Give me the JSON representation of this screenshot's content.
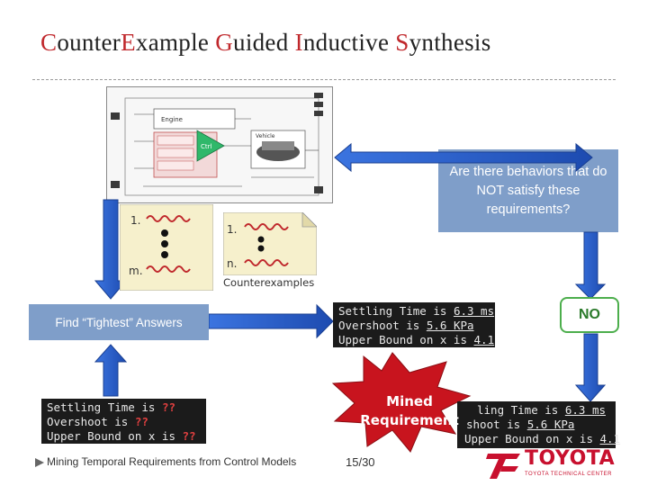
{
  "title": {
    "parts": [
      {
        "text": "C",
        "accent": true
      },
      {
        "text": "ounter",
        "accent": false
      },
      {
        "text": "E",
        "accent": true
      },
      {
        "text": "xample ",
        "accent": false
      },
      {
        "text": "G",
        "accent": true
      },
      {
        "text": "uided ",
        "accent": false
      },
      {
        "text": "I",
        "accent": true
      },
      {
        "text": "nductive ",
        "accent": false
      },
      {
        "text": "S",
        "accent": true
      },
      {
        "text": "ynthesis",
        "accent": false
      }
    ]
  },
  "model_diagram": {
    "labels": [
      "Engine",
      "Ctrl",
      "Vehicle"
    ]
  },
  "question": "Are there behaviors that do NOT satisfy these requirements?",
  "requirements_card": {
    "first": "1.",
    "last": "m."
  },
  "counterexamples_card": {
    "first": "1.",
    "last": "n.",
    "caption": "Counterexamples"
  },
  "find_box": "Find “Tightest” Answers",
  "results": {
    "line1_prefix": "Settling Time is ",
    "line1_value": "6.3 ms",
    "line2_prefix": "Overshoot is ",
    "line2_value": "5.6 KPa",
    "line3_prefix": "Upper Bound on x is ",
    "line3_value": "4.1"
  },
  "unknowns": {
    "line1_prefix": "Settling Time is ",
    "line1_value": "??",
    "line2_prefix": "Overshoot is ",
    "line2_value": "??",
    "line3_prefix": "Upper Bound on x is ",
    "line3_value": "??"
  },
  "mined": {
    "starburst_line1": "Mined",
    "starburst_line2": "Requirement",
    "line1_prefix": "ling Time is ",
    "line1_value": "6.3 ms",
    "line2_prefix": "shoot is ",
    "line2_value": "5.6 KPa",
    "line3_prefix": "Upper Bound on x is ",
    "line3_value": "4.1"
  },
  "no_label": "NO",
  "footer": "Mining Temporal Requirements from Control Models",
  "page_number": "15/30",
  "logo": {
    "name": "TOYOTA",
    "subtitle": "TOYOTA TECHNICAL CENTER"
  },
  "colors": {
    "accent_red": "#c0282c",
    "box_blue": "#7f9ec9",
    "arrow_blue": "#2a5cc8",
    "no_green": "#4cae4c",
    "starburst": "#c8141e"
  }
}
